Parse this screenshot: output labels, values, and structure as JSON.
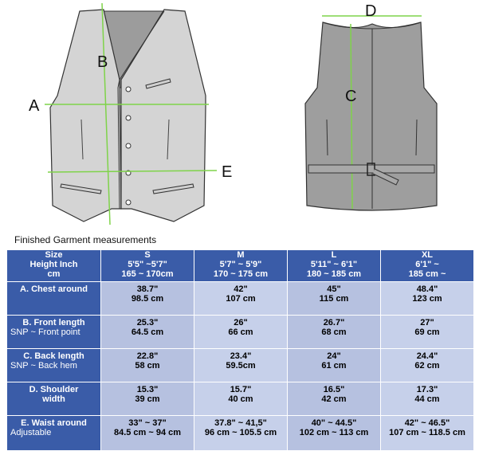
{
  "diagram": {
    "front_labels": {
      "a": "A",
      "b": "B",
      "e": "E"
    },
    "back_labels": {
      "c": "C",
      "d": "D"
    },
    "colors": {
      "vest_front": "#d2d2d2",
      "vest_back": "#9a9a9a",
      "measure_line": "#7fd34a"
    }
  },
  "caption": "Finished Garment measurements",
  "table": {
    "header": {
      "label_lines": [
        "Size",
        "Height Inch",
        "cm"
      ],
      "columns": [
        {
          "size": "S",
          "height_in": "5'5\" ~5'7\"",
          "height_cm": "165 ~ 170cm"
        },
        {
          "size": "M",
          "height_in": "5'7\" ~ 5'9\"",
          "height_cm": "170 ~ 175 cm"
        },
        {
          "size": "L",
          "height_in": "5'11\" ~ 6'1\"",
          "height_cm": "180 ~ 185 cm"
        },
        {
          "size": "XL",
          "height_in": "6'1\" ~",
          "height_cm": "185 cm ~"
        }
      ]
    },
    "rows": [
      {
        "label": "A. Chest around",
        "sub": "",
        "values": [
          [
            "38.7\"",
            "98.5 cm"
          ],
          [
            "42\"",
            "107 cm"
          ],
          [
            "45\"",
            "115 cm"
          ],
          [
            "48.4\"",
            "123 cm"
          ]
        ]
      },
      {
        "label": "B. Front length",
        "sub": "SNP ~ Front point",
        "values": [
          [
            "25.3\"",
            "64.5 cm"
          ],
          [
            "26\"",
            "66 cm"
          ],
          [
            "26.7\"",
            "68 cm"
          ],
          [
            "27\"",
            "69 cm"
          ]
        ]
      },
      {
        "label": "C. Back length",
        "sub": "SNP ~ Back hem",
        "values": [
          [
            "22.8\"",
            "58 cm"
          ],
          [
            "23.4\"",
            "59.5cm"
          ],
          [
            "24\"",
            "61 cm"
          ],
          [
            "24.4\"",
            "62 cm"
          ]
        ]
      },
      {
        "label": "D. Shoulder",
        "sub": "width",
        "values": [
          [
            "15.3\"",
            "39 cm"
          ],
          [
            "15.7\"",
            "40 cm"
          ],
          [
            "16.5\"",
            "42 cm"
          ],
          [
            "17.3\"",
            "44 cm"
          ]
        ]
      },
      {
        "label": "E. Waist around",
        "sub": "Adjustable",
        "values": [
          [
            "33\" ~ 37\"",
            "84.5 cm ~ 94 cm"
          ],
          [
            "37.8\" ~ 41,5\"",
            "96 cm ~ 105.5 cm"
          ],
          [
            "40\" ~ 44.5\"",
            "102 cm ~ 113 cm"
          ],
          [
            "42\" ~ 46.5\"",
            "107 cm ~ 118.5 cm"
          ]
        ]
      }
    ]
  }
}
